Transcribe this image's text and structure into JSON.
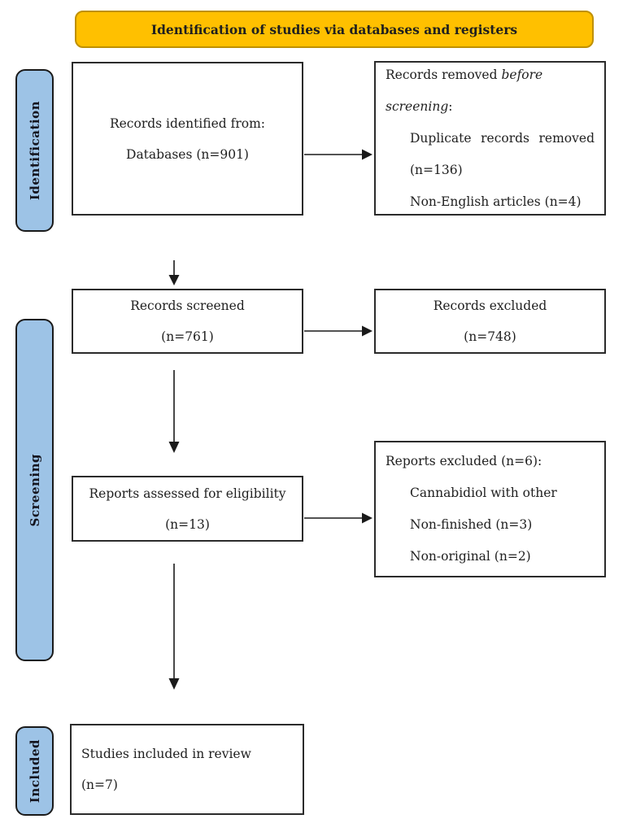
{
  "banner": {
    "title": "Identification of studies via databases and registers"
  },
  "stages": {
    "identification": "Identification",
    "screening": "Screening",
    "included": "Included"
  },
  "boxes": {
    "records_identified": {
      "line1": "Records identified from:",
      "line2": "Databases (n=901)"
    },
    "records_removed": {
      "heading_prefix": "Records removed ",
      "heading_italic": "before screening",
      "heading_suffix": ":",
      "item1": "Duplicate records removed (n=136)",
      "item2": "Non-English articles (n=4)"
    },
    "records_screened": {
      "line1": "Records screened",
      "line2": "(n=761)"
    },
    "records_excluded": {
      "line1": "Records excluded",
      "line2": "(n=748)"
    },
    "reports_assessed": {
      "line1": "Reports assessed for eligibility",
      "line2": "(n=13)"
    },
    "reports_excluded": {
      "heading": "Reports excluded (n=6):",
      "item1": "Cannabidiol with other",
      "item2": "Non-finished (n=3)",
      "item3": "Non-original (n=2)"
    },
    "studies_included": {
      "line1": "Studies included in review",
      "line2": "(n=7)"
    }
  },
  "colors": {
    "banner_fill": "#FFC000",
    "banner_border": "#BF9000",
    "banner_text": "#1F1F1F",
    "stage_fill": "#9DC3E6",
    "stage_border": "#1A1A1A",
    "box_border": "#2B2B2B",
    "text": "#1F1F1F",
    "arrow": "#1A1A1A",
    "background": "#FFFFFF"
  }
}
